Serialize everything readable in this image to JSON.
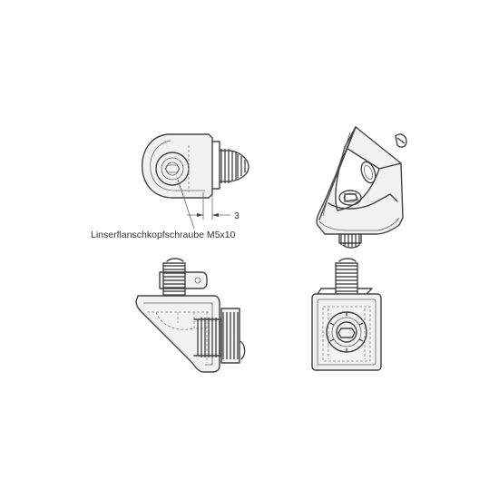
{
  "callout": {
    "screw_label": "Linserflanschkopfschraube M5x10",
    "dimension_value": "3"
  },
  "views": [
    "top-view",
    "isometric-view",
    "side-view",
    "front-view"
  ]
}
